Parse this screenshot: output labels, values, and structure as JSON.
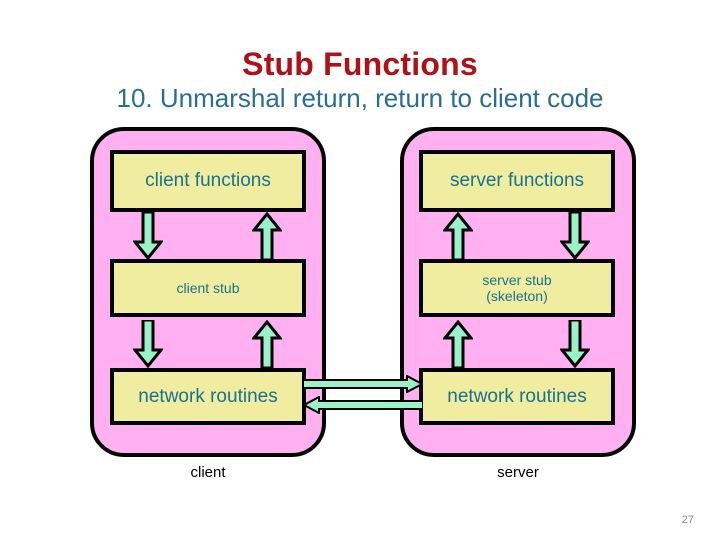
{
  "slide": {
    "title": "Stub Functions",
    "subtitle": "10. Unmarshal return, return to client code",
    "page_number": "27",
    "colors": {
      "title": "#b01116",
      "subtitle": "#2a6f93",
      "host_fill": "#ffb0f0",
      "box_fill": "#f0eda0",
      "box_text": "#17718f",
      "arrow_fill": "#99f2c8",
      "outline": "#000000",
      "caption": "#000000",
      "page_number": "#8c8c8c"
    }
  },
  "diagram": {
    "client": {
      "caption": "client",
      "layers": [
        {
          "label": "client functions"
        },
        {
          "label": "client stub"
        },
        {
          "label": "network routines"
        }
      ]
    },
    "server": {
      "caption": "server",
      "layers": [
        {
          "label": "server functions"
        },
        {
          "label": "server stub",
          "label2": "(skeleton)"
        },
        {
          "label": "network routines"
        }
      ]
    },
    "arrows": {
      "client_functions_to_stub": "down-arrow-icon",
      "client_stub_to_functions": "up-arrow-icon",
      "client_stub_to_network": "down-arrow-icon",
      "client_network_to_stub": "up-arrow-icon",
      "server_stub_to_functions": "up-arrow-icon",
      "server_functions_to_stub": "down-arrow-icon",
      "server_network_to_stub": "up-arrow-icon",
      "server_stub_to_network": "down-arrow-icon",
      "client_to_server": "right-arrow-icon",
      "server_to_client": "left-arrow-icon"
    }
  }
}
